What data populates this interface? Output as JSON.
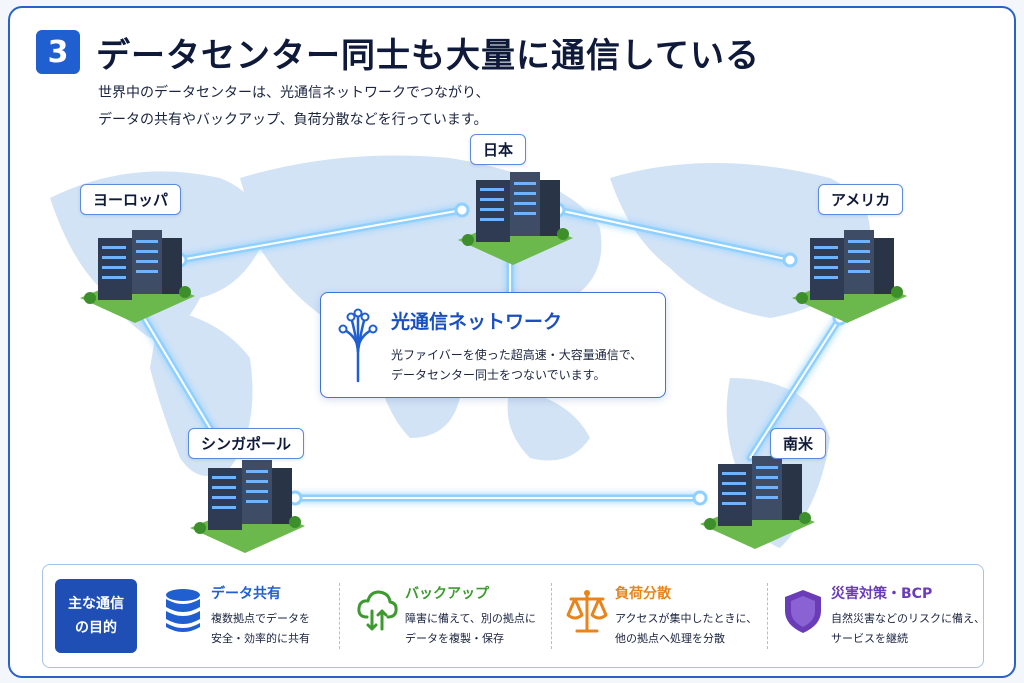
{
  "header": {
    "step_number": "3",
    "title": "データセンター同士も大量に通信している",
    "subtitle_line1": "世界中のデータセンターは、光通信ネットワークでつながり、",
    "subtitle_line2": "データの共有やバックアップ、負荷分散などを行っています。"
  },
  "regions": {
    "europe": "ヨーロッパ",
    "japan": "日本",
    "america": "アメリカ",
    "singapore": "シンガポール",
    "south_america": "南米"
  },
  "network": {
    "title": "光通信ネットワーク",
    "desc_line1": "光ファイバーを使った超高速・大容量通信で、",
    "desc_line2": "データセンター同士をつないでいます。",
    "icon": "fiber-optic-icon"
  },
  "purposes": {
    "tag_line1": "主な通信",
    "tag_line2": "の目的",
    "items": [
      {
        "title": "データ共有",
        "line1": "複数拠点でデータを",
        "line2": "安全・効率的に共有",
        "icon": "database-icon",
        "color": "#1f5fd0"
      },
      {
        "title": "バックアップ",
        "line1": "障害に備えて、別の拠点に",
        "line2": "データを複製・保存",
        "icon": "cloud-sync-icon",
        "color": "#3c9a2e"
      },
      {
        "title": "負荷分散",
        "line1": "アクセスが集中したときに、",
        "line2": "他の拠点へ処理を分散",
        "icon": "balance-scale-icon",
        "color": "#e8841c"
      },
      {
        "title": "災害対策・BCP",
        "line1": "自然災害などのリスクに備え、",
        "line2": "サービスを継続",
        "icon": "shield-icon",
        "color": "#6a3cb8"
      }
    ]
  },
  "colors": {
    "primary": "#1f5fd0",
    "link_glow": "#7fc4ff",
    "map_land": "#cfe0f4"
  }
}
